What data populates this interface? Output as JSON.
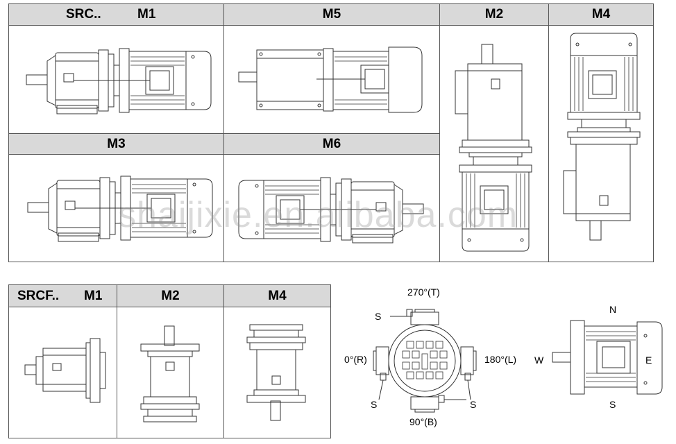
{
  "top_table": {
    "header_row1": {
      "series_label": "SRC..",
      "m1": "M1",
      "m5": "M5",
      "m2": "M2",
      "m4": "M4"
    },
    "header_row2": {
      "m3": "M3",
      "m6": "M6"
    }
  },
  "bottom_table": {
    "series_label": "SRCF..",
    "m1": "M1",
    "m2": "M2",
    "m4": "M4"
  },
  "terminal_box_diagram": {
    "top": "270°(T)",
    "left": "0°(R)",
    "right": "180°(L)",
    "bottom": "90°(B)",
    "s_top_left": "S",
    "s_bottom_left": "S",
    "s_bottom_right": "S"
  },
  "orientation_diagram": {
    "north": "N",
    "south": "S",
    "east": "E",
    "west": "W"
  },
  "watermark": "shaijixie.en.alibaba.com",
  "colors": {
    "header_bg": "#d9d9d9",
    "line": "#333333"
  }
}
